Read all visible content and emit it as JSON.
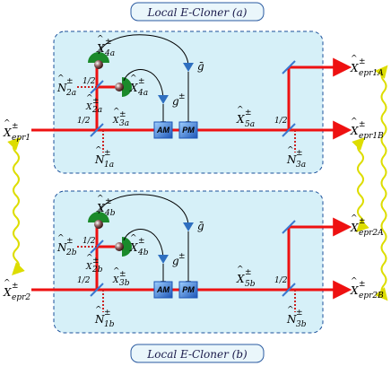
{
  "titles": {
    "top": "Local E-Cloner (a)",
    "bottom": "Local E-Cloner (b)"
  },
  "devices": {
    "am": "AM",
    "pm": "PM",
    "half": "1/2"
  },
  "symbols": {
    "hat": "^",
    "pm_sign": "±",
    "g_minus": "ḡ",
    "g_plus": "g"
  },
  "labels": {
    "X4a_top": "X",
    "X4a_top_sub": "4a",
    "N2a": "N",
    "N2a_sub": "2a",
    "X4a_mid": "X",
    "X4a_mid_sub": "4a",
    "X2a": "X",
    "X2a_sub": "2a",
    "X3a": "X",
    "X3a_sub": "3a",
    "Xepr1": "X",
    "Xepr1_sub": "epr1",
    "N1a": "N",
    "N1a_sub": "1a",
    "X5a": "X",
    "X5a_sub": "5a",
    "N3a": "N",
    "N3a_sub": "3a",
    "Xepr1A": "X",
    "Xepr1A_sub": "epr1A",
    "Xepr1B": "X",
    "Xepr1B_sub": "epr1B",
    "X4b_top": "X",
    "X4b_top_sub": "4b",
    "N2b": "N",
    "N2b_sub": "2b",
    "X4b_mid": "X",
    "X4b_mid_sub": "4b",
    "X2b": "X",
    "X2b_sub": "2b",
    "X3b": "X",
    "X3b_sub": "3b",
    "Xepr2": "X",
    "Xepr2_sub": "epr2",
    "N1b": "N",
    "N1b_sub": "1b",
    "X5b": "X",
    "X5b_sub": "5b",
    "N3b": "N",
    "N3b_sub": "3b",
    "Xepr2A": "X",
    "Xepr2A_sub": "epr2A",
    "Xepr2B": "X",
    "Xepr2B_sub": "epr2B"
  },
  "colors": {
    "beam": "#ee1111",
    "box_fill": "#d6f0f8",
    "box_stroke": "#1a4f9a",
    "mirror": "#3a78d0",
    "wavy_entangle": "#dddd00",
    "detector": "#1a8a2a",
    "arrow_blue": "#2e6fc0"
  }
}
